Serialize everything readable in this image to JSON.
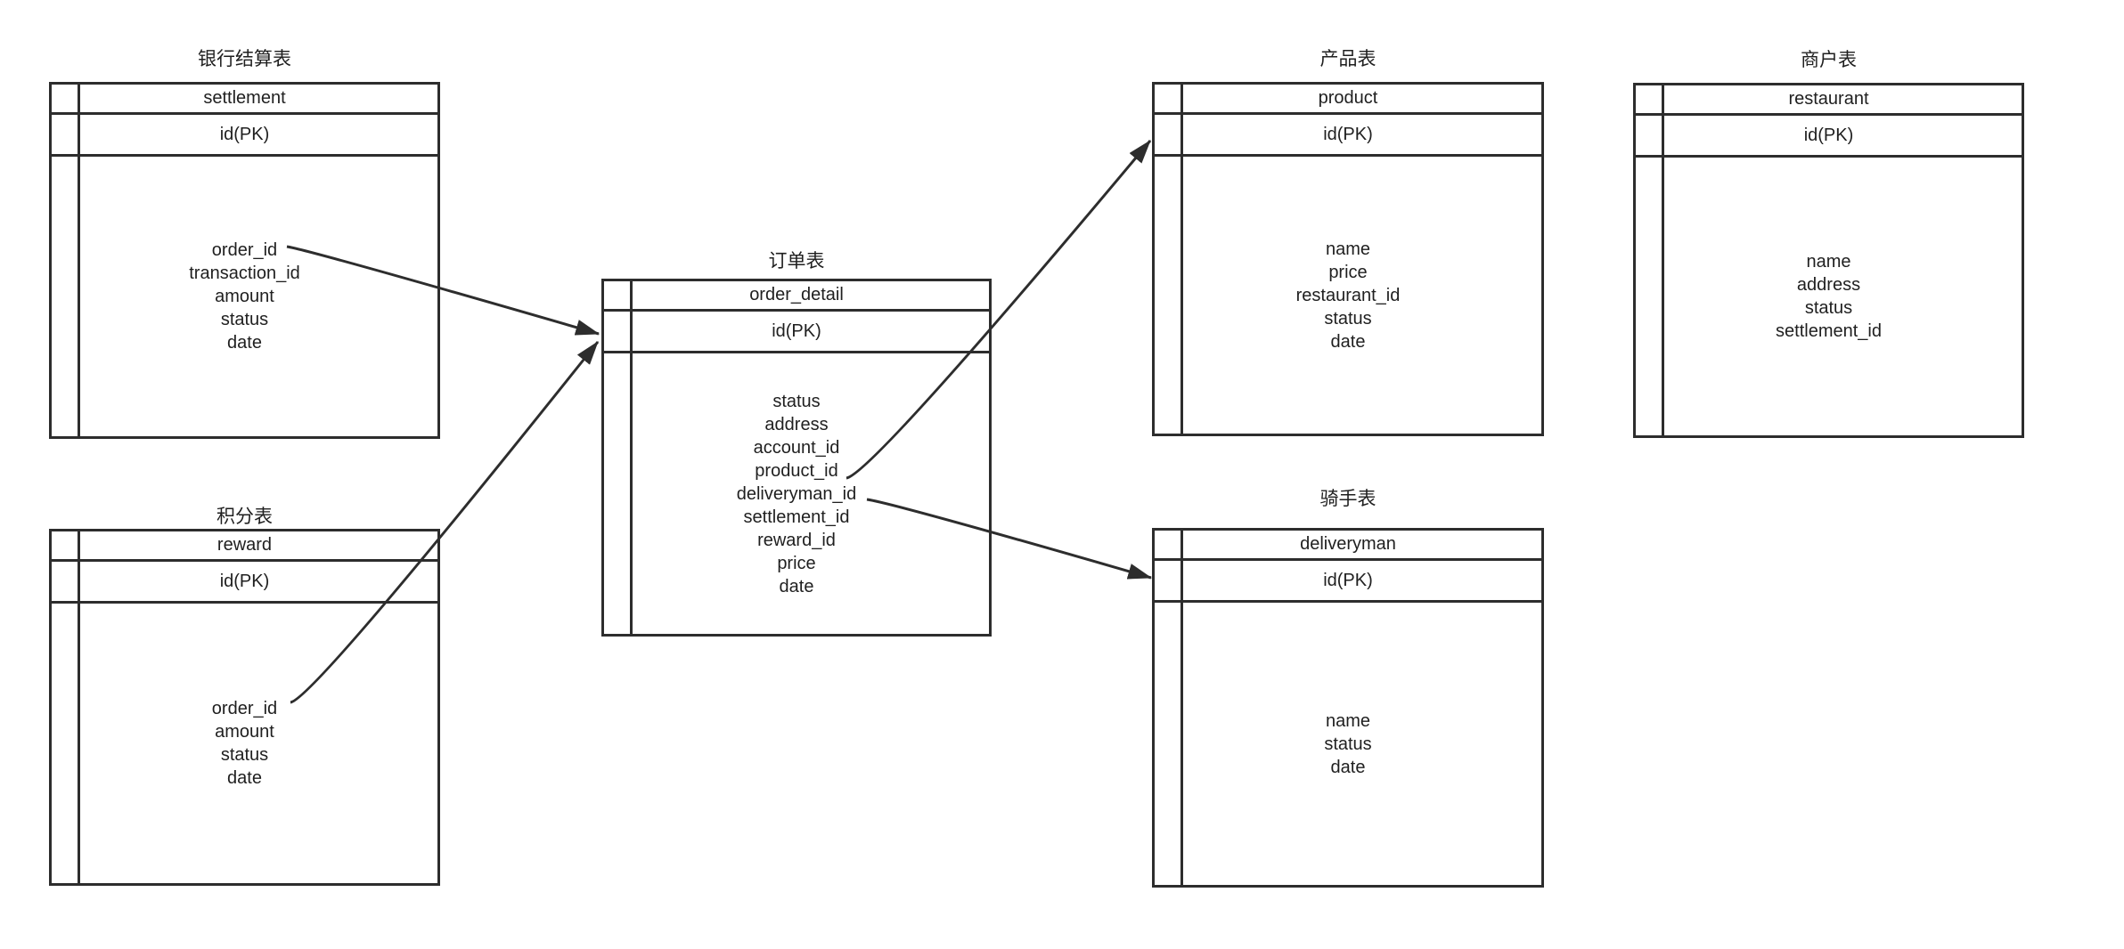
{
  "diagram": {
    "colors": {
      "stroke": "#2d2d2d",
      "text": "#1f1f1f",
      "background": "#ffffff"
    },
    "tables": [
      {
        "title": "银行结算表",
        "name": "settlement",
        "pk": "id(PK)",
        "fields": [
          "order_id",
          "transaction_id",
          "amount",
          "status",
          "date"
        ]
      },
      {
        "title": "积分表",
        "name": "reward",
        "pk": "id(PK)",
        "fields": [
          "order_id",
          "amount",
          "status",
          "date"
        ]
      },
      {
        "title": "订单表",
        "name": "order_detail",
        "pk": "id(PK)",
        "fields": [
          "status",
          "address",
          "account_id",
          "product_id",
          "deliveryman_id",
          "settlement_id",
          "reward_id",
          "price",
          "date"
        ]
      },
      {
        "title": "产品表",
        "name": "product",
        "pk": "id(PK)",
        "fields": [
          "name",
          "price",
          "restaurant_id",
          "status",
          "date"
        ]
      },
      {
        "title": "商户表",
        "name": "restaurant",
        "pk": "id(PK)",
        "fields": [
          "name",
          "address",
          "status",
          "settlement_id"
        ]
      },
      {
        "title": "骑手表",
        "name": "deliveryman",
        "pk": "id(PK)",
        "fields": [
          "name",
          "status",
          "date"
        ]
      }
    ],
    "relations": [
      {
        "from": "settlement.order_id",
        "to": "order_detail"
      },
      {
        "from": "reward.order_id",
        "to": "order_detail"
      },
      {
        "from": "order_detail.product_id",
        "to": "product"
      },
      {
        "from": "order_detail.deliveryman_id",
        "to": "deliveryman"
      }
    ]
  }
}
